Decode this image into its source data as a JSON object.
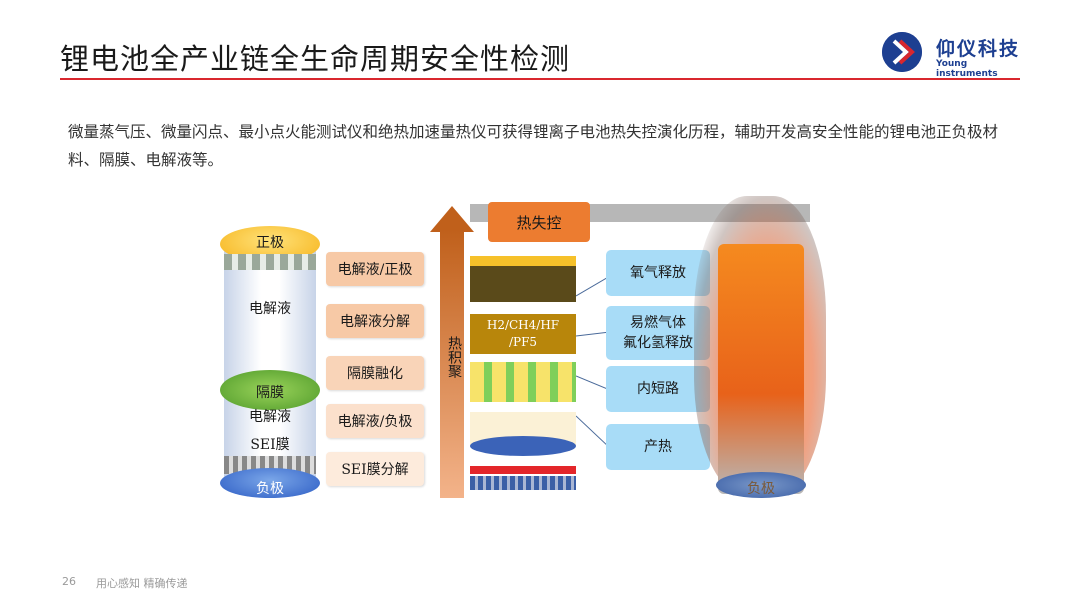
{
  "header": {
    "title": "锂电池全产业链全生命周期安全性检测",
    "logo_cn": "仰仪科技",
    "logo_en": "Young instruments"
  },
  "description": "微量蒸气压、微量闪点、最小点火能测试仪和绝热加速量热仪可获得锂离子电池热失控演化历程，辅助开发高安全性能的锂电池正负极材料、隔膜、电解液等。",
  "figure": {
    "battery_labels": {
      "positive": "正极",
      "electrolyte_top": "电解液",
      "separator": "隔膜",
      "electrolyte_bottom": "电解液",
      "sei": "SEI膜",
      "negative": "负极"
    },
    "stages": [
      "电解液/正极",
      "电解液分解",
      "隔膜融化",
      "电解液/负极",
      "SEI膜分解"
    ],
    "arrow_label": "热积聚",
    "runaway_label": "热失控",
    "chem_line1": "H2/CH4/HF",
    "chem_line2": "/PF5",
    "results": [
      "氧气释放",
      "易燃气体\n氟化氢释放",
      "内短路",
      "产热"
    ],
    "fire_label": "负极"
  },
  "footer": {
    "page_number": "26",
    "slogan": "用心感知 精确传递"
  },
  "colors": {
    "accent_red": "#d9272e",
    "brand_blue": "#1d3f91",
    "step_orange": "#f7c9a6",
    "result_blue": "#a8dcf7"
  }
}
